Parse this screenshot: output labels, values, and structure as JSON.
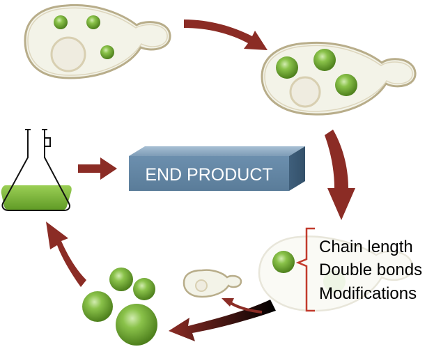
{
  "end_product": {
    "label": "END PRODUCT"
  },
  "lipid_properties": {
    "items": [
      "Chain length",
      "Double bonds",
      "Modifications"
    ]
  },
  "colors": {
    "arrow": "#8b2c25",
    "cell_fill": "#f3f3e8",
    "cell_outline": "#b8ad8a",
    "droplet": "#6fa32c",
    "box": "#5f84a3",
    "bracket": "#c23b2d",
    "medium": "#7cb342"
  }
}
